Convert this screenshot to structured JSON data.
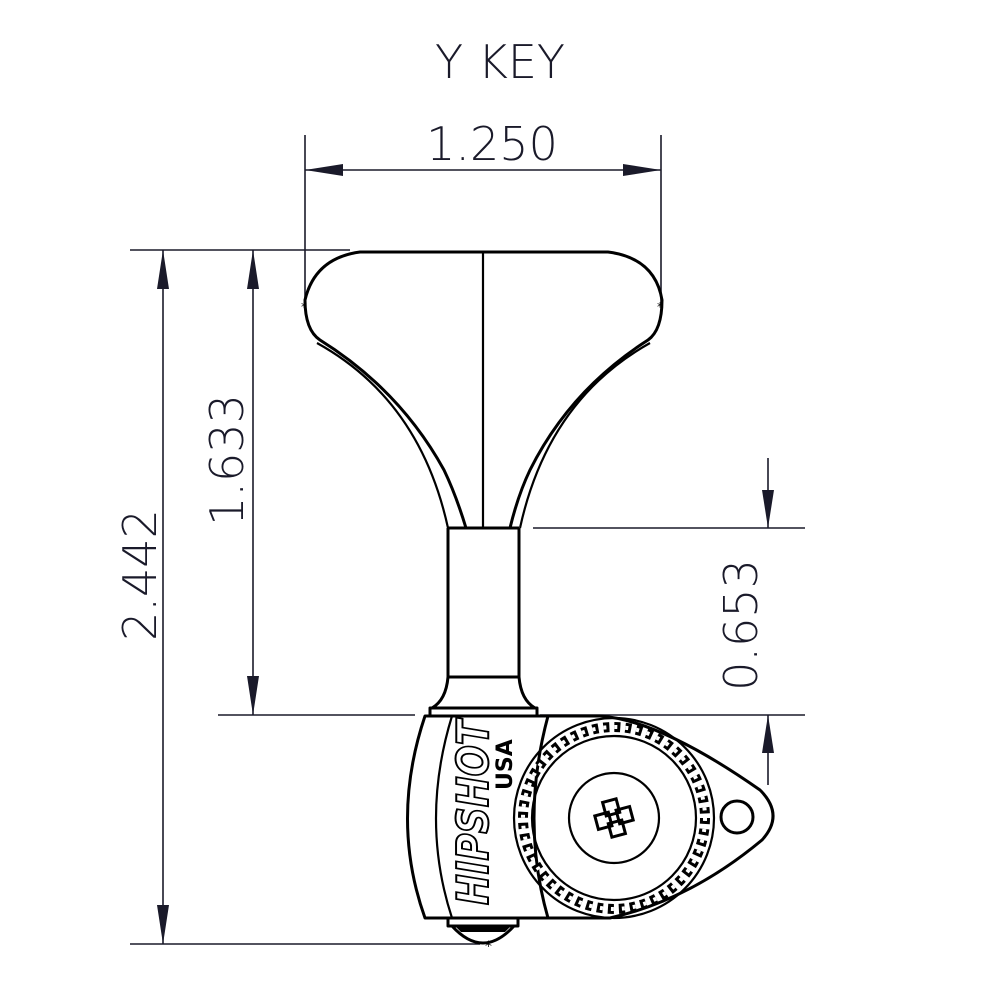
{
  "drawing": {
    "title": "Y KEY",
    "dimensions": {
      "width_key": "1.250",
      "total_height": "2.442",
      "key_height": "1.633",
      "post_height": "0.653"
    },
    "logo": {
      "brand": "HIPSHOT",
      "country": "USA"
    },
    "colors": {
      "line": "#000000",
      "dimension": "#1a1a2a",
      "background": "#ffffff"
    }
  }
}
